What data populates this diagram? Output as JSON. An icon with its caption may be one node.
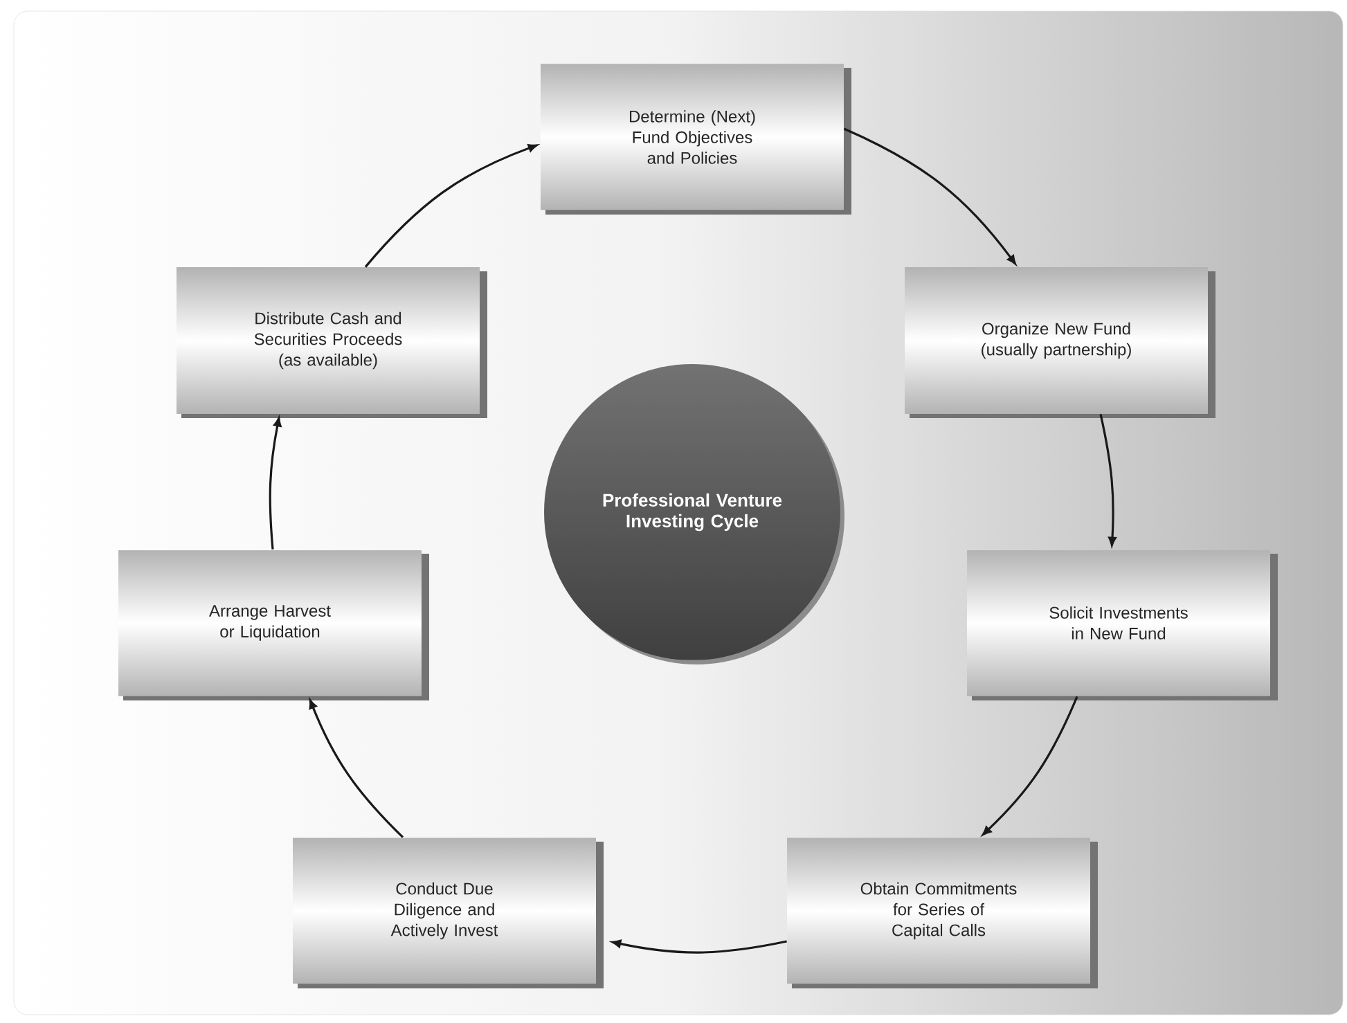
{
  "diagram": {
    "nodes": [
      {
        "text": [
          "Determine (Next) Fund Objectives and Policies"
        ]
      },
      {
        "text": [
          "Organize New Fund (usually partnership)"
        ]
      },
      {
        "text": [
          "Solicit Investments in New Fund"
        ]
      },
      {
        "text": [
          "Obtain Commitments for Series of Capital Calls"
        ]
      },
      {
        "text": [
          "Conduct Due Diligence and Actively Invest"
        ]
      },
      {
        "text": [
          "Arrange Harvest or Liquidation"
        ]
      },
      {
        "text": [
          "Distribute Cash and Securities Proceeds (as available)"
        ]
      },
      {
        "text": [
          "Professional Venture Investing Cycle"
        ]
      }
    ],
    "edges": [
      {
        "from": 0,
        "to": 1,
        "arrow": "to"
      },
      {
        "from": 1,
        "to": 2,
        "arrow": "to"
      },
      {
        "from": 2,
        "to": 3,
        "arrow": "to"
      },
      {
        "from": 3,
        "to": 4,
        "arrow": "to"
      },
      {
        "from": 4,
        "to": 5,
        "arrow": "to"
      },
      {
        "from": 5,
        "to": 6,
        "arrow": "to"
      },
      {
        "from": 6,
        "to": 0,
        "arrow": "to"
      }
    ]
  }
}
